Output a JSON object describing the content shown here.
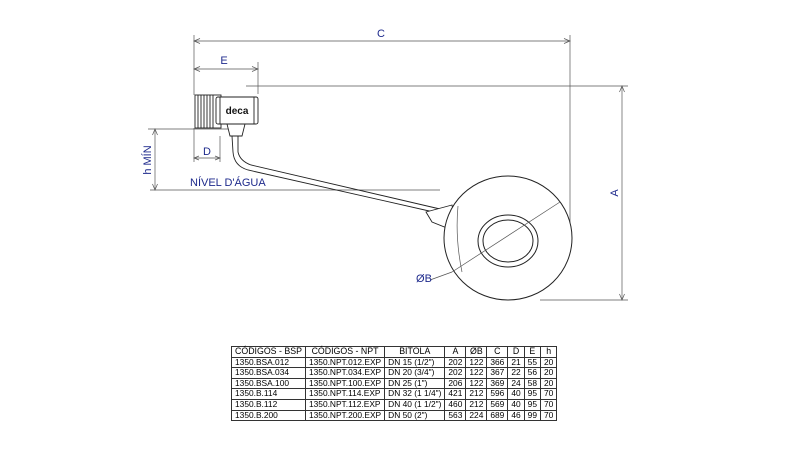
{
  "drawing": {
    "labels": {
      "c": "C",
      "e": "E",
      "d": "D",
      "a": "A",
      "b": "ØB",
      "h_min": "h MÍN",
      "water_level": "NÍVEL D'ÁGUA",
      "brand": "deca"
    }
  },
  "table": {
    "headers": [
      "CÓDIGOS - BSP",
      "CÓDIGOS - NPT",
      "BITOLA",
      "A",
      "ØB",
      "C",
      "D",
      "E",
      "h"
    ],
    "rows": [
      [
        "1350.BSA.012",
        "1350.NPT.012.EXP",
        "DN 15 (1/2\")",
        "202",
        "122",
        "366",
        "21",
        "55",
        "20"
      ],
      [
        "1350.BSA.034",
        "1350.NPT.034.EXP",
        "DN 20 (3/4\")",
        "202",
        "122",
        "367",
        "22",
        "56",
        "20"
      ],
      [
        "1350.BSA.100",
        "1350.NPT.100.EXP",
        "DN 25 (1\")",
        "206",
        "122",
        "369",
        "24",
        "58",
        "20"
      ],
      [
        "1350.B.114",
        "1350.NPT.114.EXP",
        "DN 32 (1 1/4\")",
        "421",
        "212",
        "596",
        "40",
        "95",
        "70"
      ],
      [
        "1350.B.112",
        "1350.NPT.112.EXP",
        "DN 40 (1 1/2\")",
        "460",
        "212",
        "569",
        "40",
        "95",
        "70"
      ],
      [
        "1350.B.200",
        "1350.NPT.200.EXP",
        "DN 50 (2\")",
        "563",
        "224",
        "689",
        "46",
        "99",
        "70"
      ]
    ]
  }
}
